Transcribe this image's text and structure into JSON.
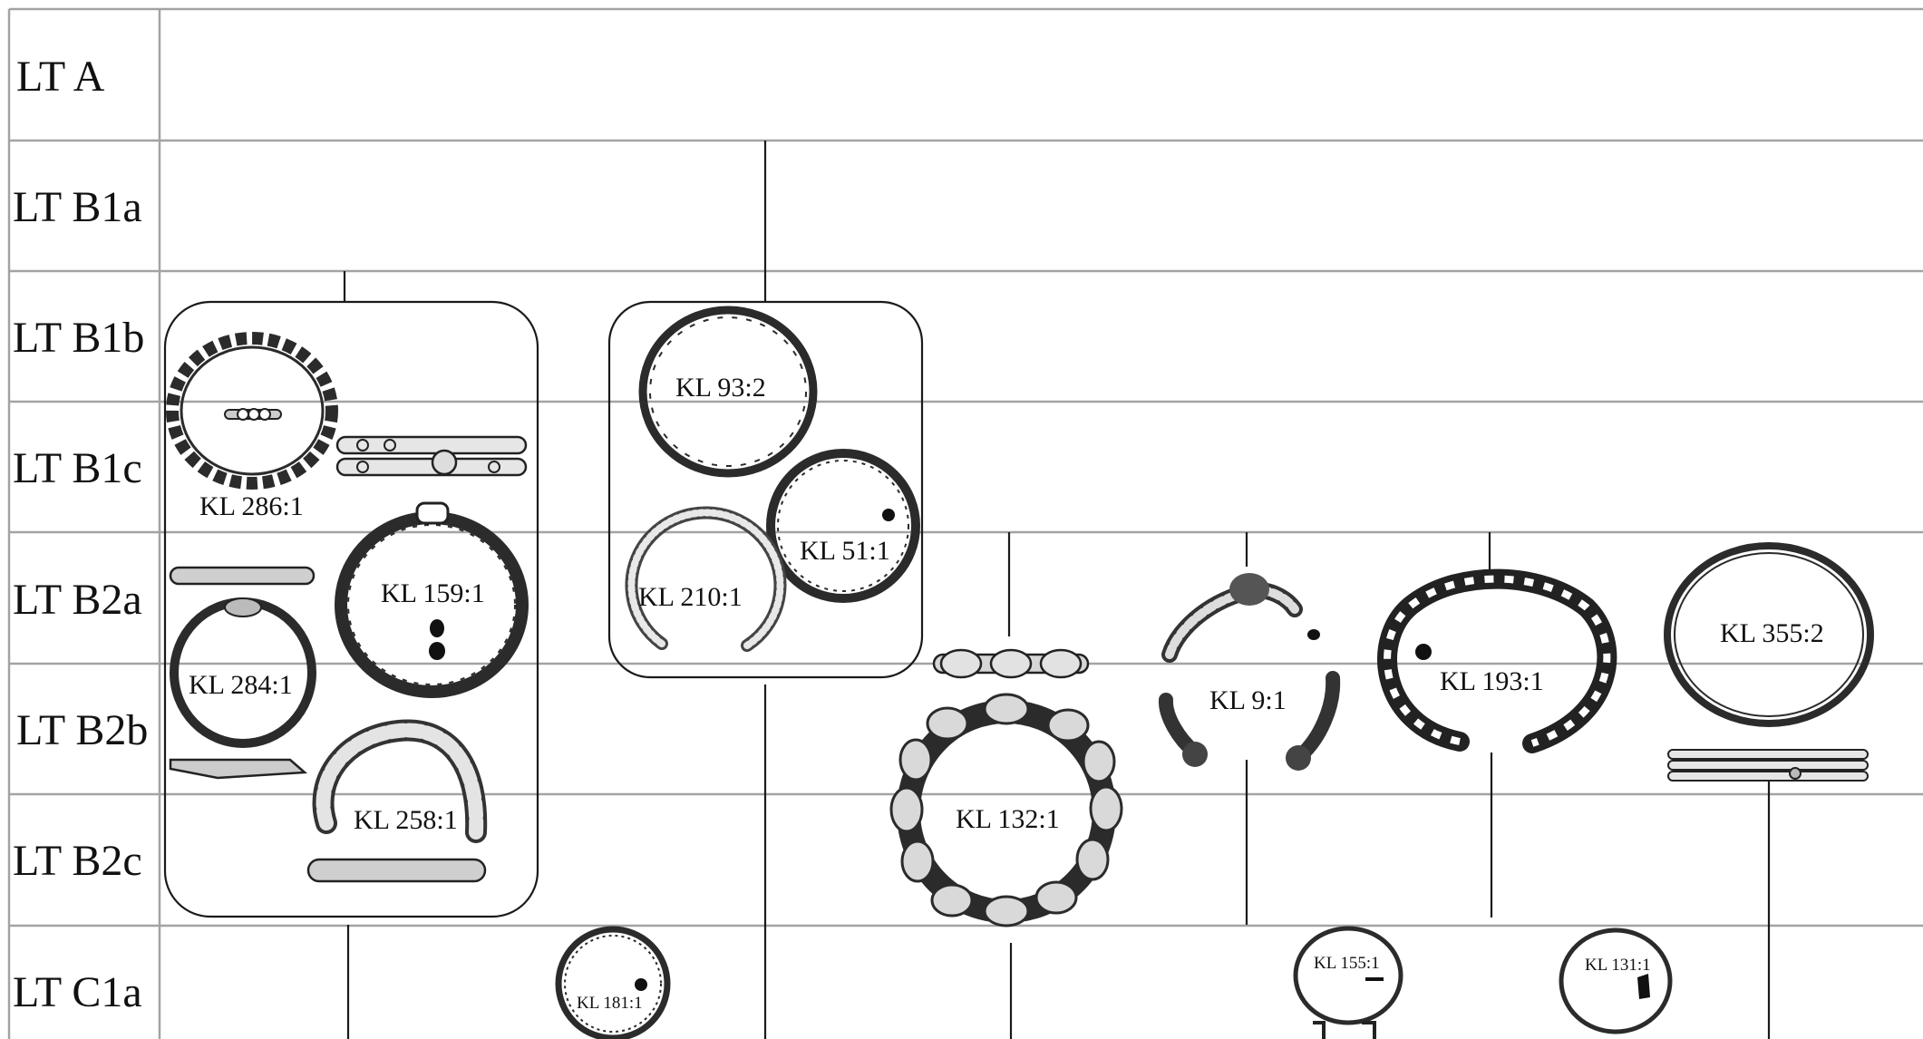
{
  "phases": [
    "LT A",
    "LT B1a",
    "LT B1b",
    "LT B1c",
    "LT B2a",
    "LT B2b",
    "LT B2c",
    "LT C1a"
  ],
  "items": {
    "kl286_1": "KL 286:1",
    "kl284_1": "KL 284:1",
    "kl159_1": "KL 159:1",
    "kl258_1": "KL 258:1",
    "kl93_2": "KL 93:2",
    "kl51_1": "KL 51:1",
    "kl210_1": "KL 210:1",
    "kl132_1": "KL 132:1",
    "kl9_1": "KL 9:1",
    "kl193_1": "KL 193:1",
    "kl355_2": "KL 355:2",
    "kl181_1": "KL 181:1",
    "kl155_1": "KL 155:1",
    "kl131_1": "KL 131:1"
  }
}
